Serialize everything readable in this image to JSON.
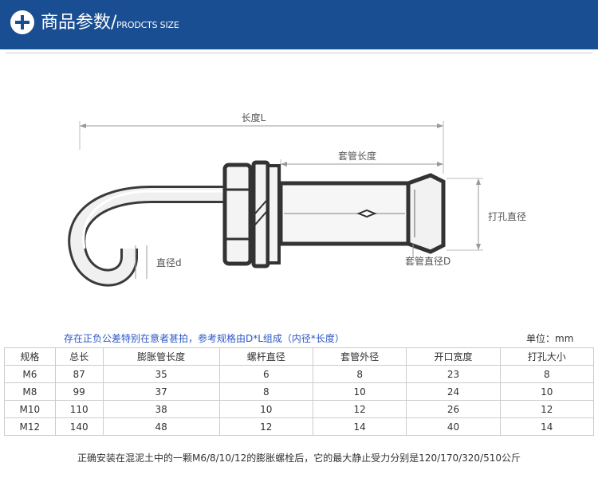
{
  "header": {
    "title": "商品参数/",
    "subtitle": "PRODCTS SIZE"
  },
  "diagram": {
    "length_label": "长度L",
    "sleeve_length_label": "套管长度",
    "drill_size_label": "打孔直径",
    "diameter_label": "直径d",
    "sleeve_diameter_label": "套管直径D"
  },
  "note": {
    "text": "存在正负公差特别在意者甚拍，参考规格由D*L组成（内径*长度）",
    "unit": "单位：mm"
  },
  "table": {
    "headers": [
      "规格",
      "总长",
      "膨胀管长度",
      "螺杆直径",
      "套管外径",
      "开口宽度",
      "打孔大小"
    ],
    "rows": [
      [
        "M6",
        "87",
        "35",
        "6",
        "8",
        "23",
        "8"
      ],
      [
        "M8",
        "99",
        "37",
        "8",
        "10",
        "24",
        "10"
      ],
      [
        "M10",
        "110",
        "38",
        "10",
        "12",
        "26",
        "12"
      ],
      [
        "M12",
        "140",
        "48",
        "12",
        "14",
        "40",
        "14"
      ]
    ]
  },
  "footer": "正确安装在混泥土中的一颗M6/8/10/12的膨胀螺栓后，它的最大静止受力分别是120/170/320/510公斤"
}
